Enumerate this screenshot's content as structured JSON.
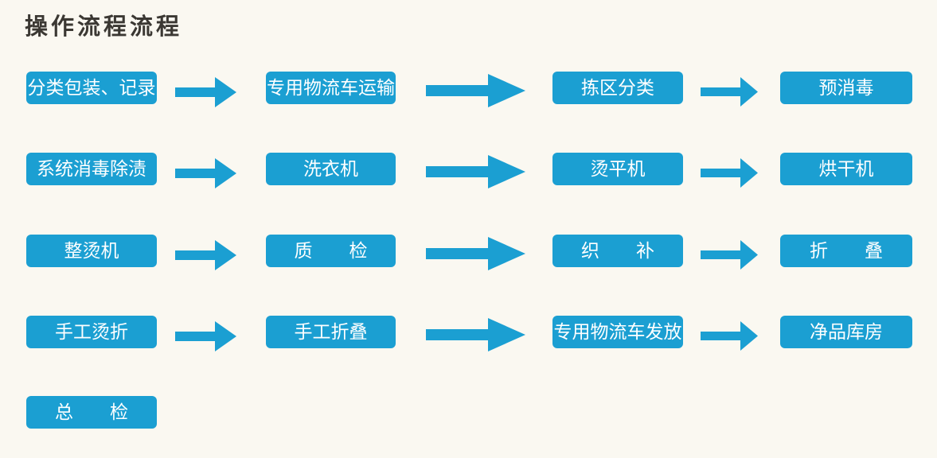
{
  "title": "操作流程流程",
  "colors": {
    "background": "#FAF8F1",
    "node_fill": "#1B9FD2",
    "node_text": "#FFFFFF",
    "arrow_fill": "#1B9FD2",
    "title_text": "#3B3833"
  },
  "rows": [
    {
      "nodes": [
        "分类包装、记录",
        "专用物流车运输",
        "拣区分类",
        "预消毒"
      ]
    },
    {
      "nodes": [
        "系统消毒除渍",
        "洗衣机",
        "烫平机",
        "烘干机"
      ]
    },
    {
      "nodes": [
        "整烫机",
        "质　　检",
        "织　　补",
        "折　　叠"
      ]
    },
    {
      "nodes": [
        "手工烫折",
        "手工折叠",
        "专用物流车发放",
        "净品库房"
      ]
    },
    {
      "nodes": [
        "总　　检"
      ]
    }
  ]
}
